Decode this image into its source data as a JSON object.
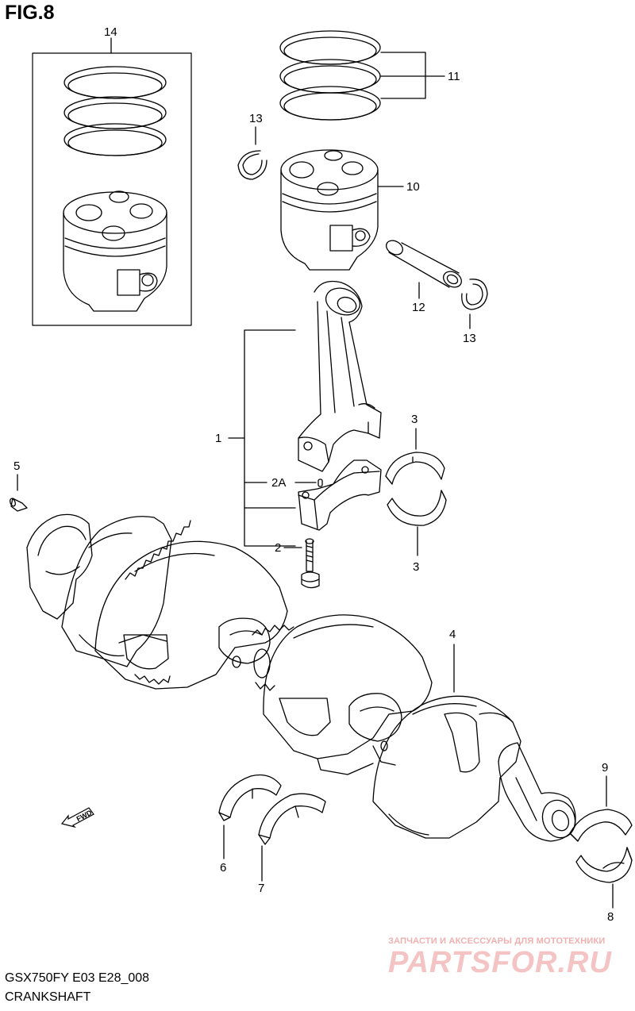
{
  "figure": {
    "title": "FIG.8",
    "model_code": "GSX750FY E03 E28_008",
    "name": "CRANKSHAFT"
  },
  "callouts": {
    "c14": "14",
    "c11": "11",
    "c13a": "13",
    "c10": "10",
    "c12": "12",
    "c13b": "13",
    "c1": "1",
    "c3a": "3",
    "c5": "5",
    "c2a": "2A",
    "c2": "2",
    "c3b": "3",
    "c4": "4",
    "c9": "9",
    "c6": "6",
    "c7": "7",
    "c8": "8"
  },
  "fwd_label": "FWD",
  "watermark": {
    "tagline": "ЗАПЧАСТИ И АКСЕССУАРЫ ДЛЯ МОТОТЕХНИКИ",
    "logo": "PARTSFOR.RU"
  },
  "colors": {
    "line": "#000000",
    "watermark": "#f4c4c4"
  }
}
